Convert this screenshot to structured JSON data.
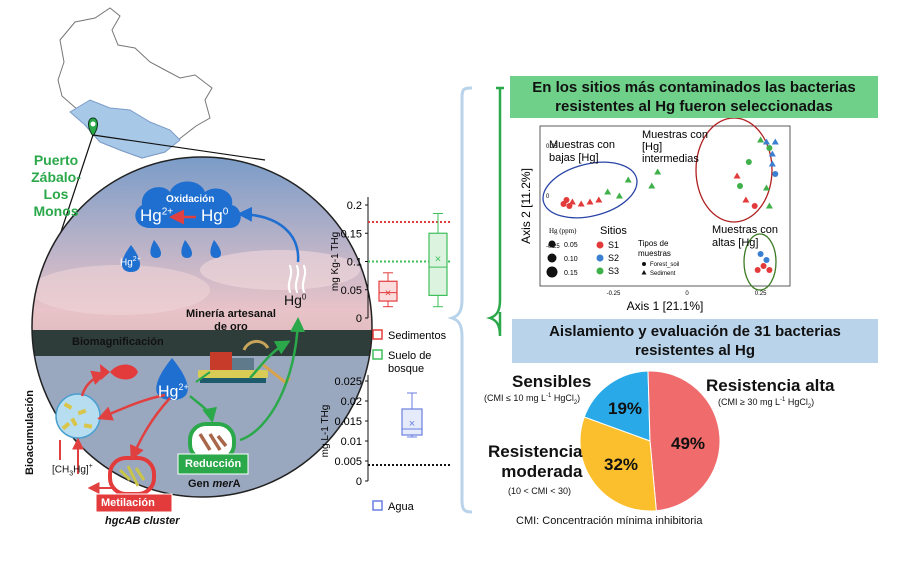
{
  "left": {
    "place_lines": [
      "Puerto",
      "Zábalo-",
      "Los",
      "Monos"
    ],
    "oxidation": "Oxidación",
    "hg2": "Hg2+",
    "hg0": "Hg0",
    "hg0_vapor": "Hg0",
    "hg2_drop": "Hg2+",
    "mining_lines": [
      "Minería artesanal",
      "de oro"
    ],
    "biomagnification": "Biomagnificación",
    "bioaccumulation": "Bioacumulación",
    "methylmercury": "[CH3Hg]+",
    "methylation": "Metilación",
    "methylation_gene": "hgcAB cluster",
    "reduction": "Reducción",
    "reduction_gene": "Gen merA"
  },
  "colors": {
    "map_fill": "#a8c8e8",
    "water_blue": "#1f6fd1",
    "green": "#2aa84a",
    "red": "#e04040",
    "box_red": "#e33b3b",
    "box_green": "#3fbf5a",
    "box_blue": "#6a7fe0",
    "banner_green": "#6fd08a",
    "banner_blue": "#b9d3ea",
    "pie_red": "#f06b6b",
    "pie_yellow": "#fbbf2e",
    "pie_blue": "#29a9e8"
  },
  "box1": {
    "ylabel": "mg Kg-1 THg",
    "ticks": [
      "0.2",
      "0.15",
      "0.1",
      "0.05",
      "0"
    ],
    "legend": [
      {
        "name": "Sedimentos"
      },
      {
        "name_lines": [
          "Suelo de",
          "bosque"
        ]
      }
    ]
  },
  "box2": {
    "ylabel": "mg L-1 THg",
    "ticks": [
      "0.025",
      "0.02",
      "0.015",
      "0.01",
      "0.005",
      "0"
    ],
    "legend": [
      {
        "name": "Agua"
      }
    ]
  },
  "chart_data": [
    {
      "type": "box",
      "ylabel": "mg Kg-1 THg",
      "ylim": [
        0,
        0.2
      ],
      "series": [
        {
          "name": "Sedimentos",
          "min": 0.02,
          "q1": 0.03,
          "median": 0.045,
          "mean": 0.045,
          "q3": 0.065,
          "max": 0.08
        },
        {
          "name": "Suelo de bosque",
          "min": 0.02,
          "q1": 0.04,
          "median": 0.09,
          "mean": 0.105,
          "q3": 0.15,
          "max": 0.185
        }
      ],
      "reference_lines": [
        {
          "value": 0.17,
          "color": "#e33b3b"
        },
        {
          "value": 0.1,
          "color": "#3fbf5a"
        }
      ]
    },
    {
      "type": "box",
      "ylabel": "mg L-1 THg",
      "ylim": [
        0,
        0.025
      ],
      "series": [
        {
          "name": "Agua",
          "min": 0.011,
          "q1": 0.0115,
          "median": 0.013,
          "mean": 0.0145,
          "q3": 0.018,
          "max": 0.022
        }
      ],
      "reference_lines": [
        {
          "value": 0.004,
          "color": "#111111"
        }
      ]
    },
    {
      "type": "scatter",
      "xlabel": "Axis 1 [21.1%]",
      "ylabel": "Axis 2 [11.2%]",
      "xticks": [
        "-0.25",
        "0",
        "0.25"
      ],
      "yticks": [
        "0.25",
        "0",
        "-0.25"
      ],
      "xlim": [
        -0.5,
        0.35
      ],
      "ylim": [
        -0.45,
        0.35
      ],
      "groups": [
        {
          "label_lines": [
            "Muestras con",
            "bajas [Hg]"
          ]
        },
        {
          "label_lines": [
            "Muestras con",
            "[Hg]",
            "intermedias"
          ]
        },
        {
          "label_lines": [
            "Muestras con",
            "altas [Hg]"
          ]
        }
      ],
      "legend_hg_title": "Hg (ppm)",
      "legend_hg": [
        "0.05",
        "0.10",
        "0.15"
      ],
      "legend_sites_title": "Sitios",
      "legend_sites": [
        {
          "name": "S1",
          "color": "#e33b3b"
        },
        {
          "name": "S2",
          "color": "#3b7fd1"
        },
        {
          "name": "S3",
          "color": "#3fb04a"
        }
      ],
      "legend_types_title_lines": [
        "Tipos de",
        "muestras"
      ],
      "legend_types": [
        "Forest_soil",
        "Sediment"
      ],
      "points": [
        {
          "x": -0.42,
          "y": -0.04,
          "site": "S1",
          "shape": "circle"
        },
        {
          "x": -0.41,
          "y": -0.02,
          "site": "S1",
          "shape": "circle"
        },
        {
          "x": -0.4,
          "y": -0.05,
          "site": "S1",
          "shape": "circle"
        },
        {
          "x": -0.39,
          "y": -0.03,
          "site": "S1",
          "shape": "triangle"
        },
        {
          "x": -0.36,
          "y": -0.04,
          "site": "S1",
          "shape": "triangle"
        },
        {
          "x": -0.33,
          "y": -0.03,
          "site": "S1",
          "shape": "triangle"
        },
        {
          "x": -0.3,
          "y": -0.02,
          "site": "S1",
          "shape": "triangle"
        },
        {
          "x": -0.27,
          "y": 0.02,
          "site": "S3",
          "shape": "triangle"
        },
        {
          "x": -0.23,
          "y": 0.0,
          "site": "S3",
          "shape": "triangle"
        },
        {
          "x": -0.2,
          "y": 0.08,
          "site": "S3",
          "shape": "triangle"
        },
        {
          "x": -0.12,
          "y": 0.05,
          "site": "S3",
          "shape": "triangle"
        },
        {
          "x": -0.1,
          "y": 0.12,
          "site": "S3",
          "shape": "triangle"
        },
        {
          "x": 0.17,
          "y": 0.1,
          "site": "S1",
          "shape": "triangle"
        },
        {
          "x": 0.18,
          "y": 0.05,
          "site": "S3",
          "shape": "circle"
        },
        {
          "x": 0.2,
          "y": -0.02,
          "site": "S1",
          "shape": "triangle"
        },
        {
          "x": 0.21,
          "y": 0.17,
          "site": "S3",
          "shape": "circle"
        },
        {
          "x": 0.23,
          "y": -0.05,
          "site": "S1",
          "shape": "circle"
        },
        {
          "x": 0.25,
          "y": 0.28,
          "site": "S3",
          "shape": "triangle"
        },
        {
          "x": 0.27,
          "y": 0.27,
          "site": "S2",
          "shape": "triangle"
        },
        {
          "x": 0.28,
          "y": 0.24,
          "site": "S3",
          "shape": "circle"
        },
        {
          "x": 0.29,
          "y": 0.21,
          "site": "S2",
          "shape": "triangle"
        },
        {
          "x": 0.3,
          "y": 0.27,
          "site": "S2",
          "shape": "triangle"
        },
        {
          "x": 0.29,
          "y": 0.16,
          "site": "S2",
          "shape": "triangle"
        },
        {
          "x": 0.3,
          "y": 0.11,
          "site": "S2",
          "shape": "circle"
        },
        {
          "x": 0.27,
          "y": 0.04,
          "site": "S3",
          "shape": "triangle"
        },
        {
          "x": 0.28,
          "y": -0.05,
          "site": "S3",
          "shape": "triangle"
        },
        {
          "x": 0.25,
          "y": -0.29,
          "site": "S2",
          "shape": "circle"
        },
        {
          "x": 0.27,
          "y": -0.32,
          "site": "S2",
          "shape": "circle"
        },
        {
          "x": 0.26,
          "y": -0.35,
          "site": "S1",
          "shape": "circle"
        },
        {
          "x": 0.28,
          "y": -0.37,
          "site": "S1",
          "shape": "circle"
        },
        {
          "x": 0.24,
          "y": -0.37,
          "site": "S1",
          "shape": "circle"
        }
      ]
    },
    {
      "type": "pie",
      "slices": [
        {
          "label": "19%",
          "value": 19,
          "category": "Sensibles"
        },
        {
          "label": "49%",
          "value": 49,
          "category": "Resistencia alta"
        },
        {
          "label": "32%",
          "value": 32,
          "category": "Resistencia moderada"
        }
      ]
    }
  ],
  "right": {
    "banner_top_lines": [
      "En los sitios más contaminados las bacterias",
      "resistentes al Hg fueron seleccionadas"
    ],
    "banner_mid_lines": [
      "Aislamiento y evaluación de 31 bacterias",
      "resistentes al Hg"
    ],
    "sensibles": "Sensibles",
    "sensibles_sub": "(CMI ≤ 10 mg L-1 HgCl2)",
    "alta": "Resistencia alta",
    "alta_sub": "(CMI ≥ 30 mg L-1 HgCl2)",
    "moderada_lines": [
      "Resistencia",
      "moderada"
    ],
    "moderada_sub": "(10 < CMI < 30)",
    "footnote": "CMI: Concentración mínima inhibitoria"
  }
}
